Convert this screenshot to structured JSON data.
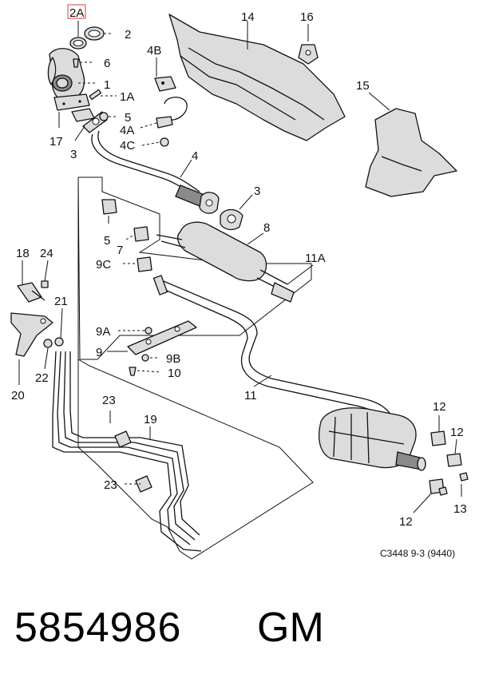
{
  "callouts": {
    "c2A": "2A",
    "c2": "2",
    "c6": "6",
    "c1": "1",
    "c1A": "1A",
    "c17": "17",
    "c3a": "3",
    "c4B": "4B",
    "c5a": "5",
    "c4A": "4A",
    "c4C": "4C",
    "c4": "4",
    "c3b": "3",
    "c14": "14",
    "c16": "16",
    "c15": "15",
    "c5b": "5",
    "c7": "7",
    "c8": "8",
    "c9C": "9C",
    "c11A": "11A",
    "c18": "18",
    "c24": "24",
    "c21": "21",
    "c22": "22",
    "c20": "20",
    "c9A": "9A",
    "c9": "9",
    "c9B": "9B",
    "c10": "10",
    "c11": "11",
    "c23a": "23",
    "c19": "19",
    "c23b": "23",
    "c12a": "12",
    "c12b": "12",
    "c12c": "12",
    "c13": "13"
  },
  "drawing_code": "C3448 9-3 (9440)",
  "part_number": "5854986",
  "brand": "GM"
}
